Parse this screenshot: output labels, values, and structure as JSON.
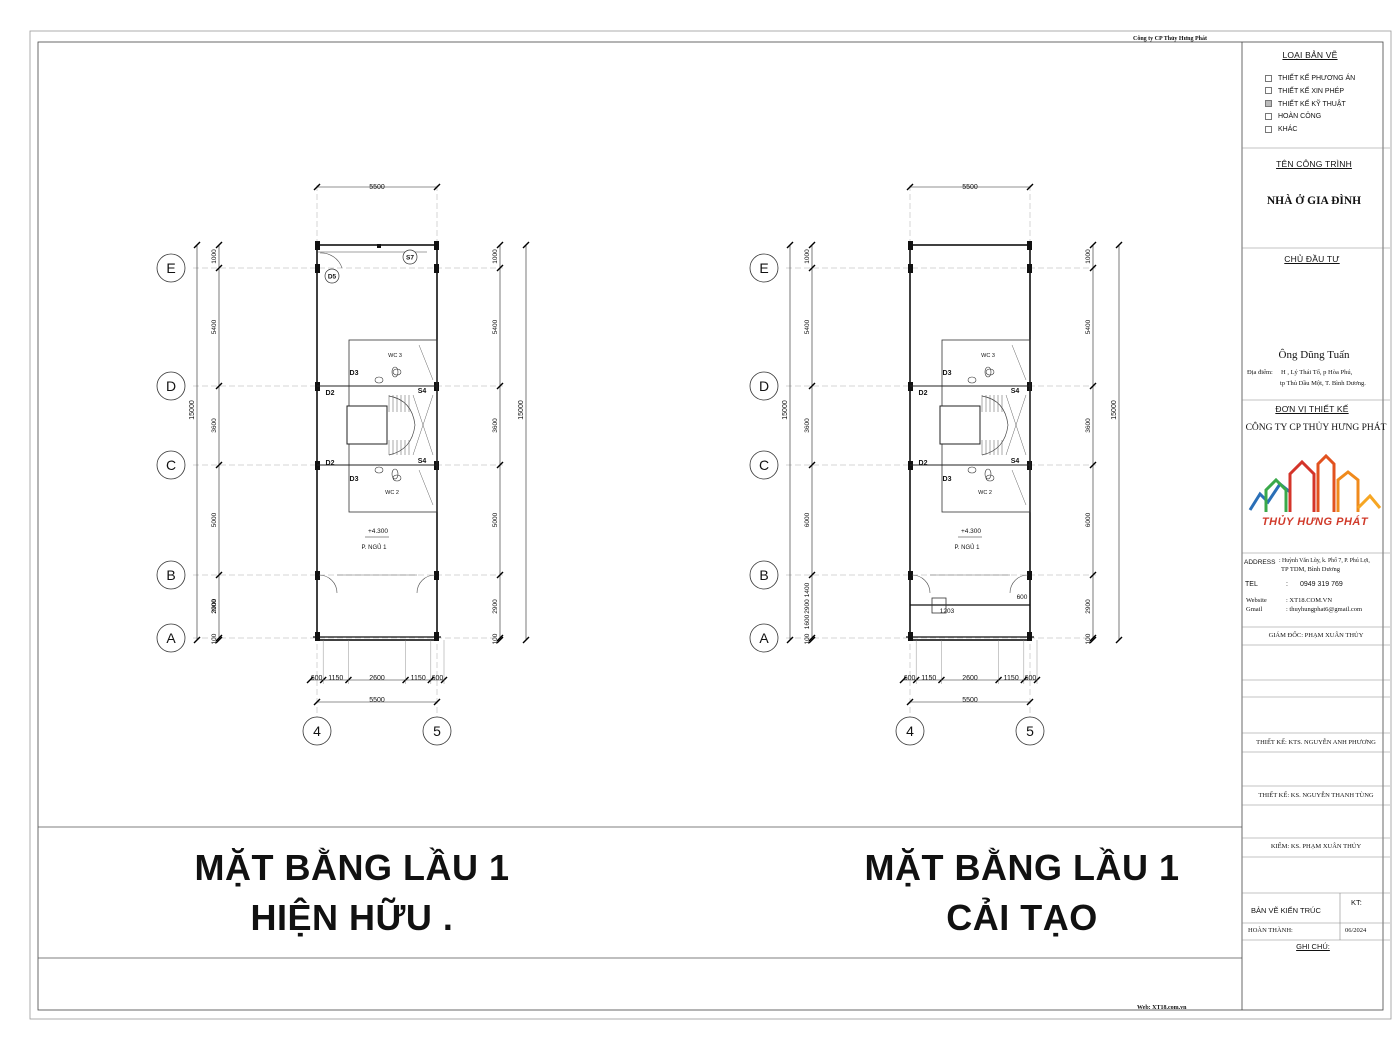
{
  "header": {
    "company": "Công ty CP Thủy Hưng Phát"
  },
  "footer": {
    "web": "Web: XT18.com.vn"
  },
  "title_block": {
    "drawing_type_label": "LOẠI BẢN VẼ",
    "drawing_types": [
      {
        "label": "THIẾT KẾ PHƯƠNG ÁN",
        "checked": false
      },
      {
        "label": "THIẾT KẾ XIN PHÉP",
        "checked": false
      },
      {
        "label": "THIẾT KẾ KỸ THUẬT",
        "checked": true
      },
      {
        "label": "HOÀN CÔNG",
        "checked": false
      },
      {
        "label": "KHÁC",
        "checked": false
      }
    ],
    "project_label": "TÊN CÔNG TRÌNH",
    "project_name": "NHÀ Ở GIA ĐÌNH",
    "owner_label": "CHỦ ĐẦU TƯ",
    "owner_name": "Ông Dũng Tuấn",
    "address_prefix": "Địa điểm:",
    "address_line1": "H , Lý Thái Tổ, p Hòa Phú,",
    "address_line2": "tp Thủ Dầu Một, T. Bình Dương.",
    "designer_label": "ĐƠN VỊ THIẾT KẾ",
    "designer_name": "CÔNG TY CP  THỦY HƯNG PHÁT",
    "logo_text": "THỦY HƯNG PHÁT",
    "address_label": "ADDRESS",
    "address_value_1": ": Huỳnh Văn Lũy, k. Phố 7, P. Phú Lợi,",
    "address_value_2": "TP TDM, Bình Dương",
    "tel_label": "TEL",
    "tel_value": "0949 319 769",
    "website_label": "Website",
    "website_value": ": XT18.COM.VN",
    "gmail_label": "Gmail",
    "gmail_value": ": thuyhungphat6@gmail.com",
    "director": "GIÁM ĐỐC: PHẠM XUÂN THỦY",
    "designer1": "THIẾT KẾ: KTS. NGUYỄN ANH PHƯƠNG",
    "designer2": "THIẾT KẾ: KS. NGUYỄN THANH TÙNG",
    "checker": "KIỂM: KS. PHẠM XUÂN THỦY",
    "sheet_kind": "BẢN VẼ KIẾN TRÚC",
    "sheet_code_label": "KT:",
    "completed_label": "HOÀN THÀNH:",
    "completed_value": "06/2024",
    "notes_label": "GHI CHÚ:"
  },
  "titles": {
    "left_line1": "MẶT BẰNG LẦU 1",
    "left_line2": "HIỆN HỮU .",
    "right_line1": "MẶT BẰNG LẦU 1",
    "right_line2": "CẢI TẠO"
  },
  "plan_common": {
    "row_axes": [
      "E",
      "D",
      "C",
      "B",
      "A"
    ],
    "col_axes": [
      "4",
      "5"
    ],
    "top_dim": "5500",
    "bottom_total": "5500",
    "bottom_segments": [
      "600",
      "1150",
      "2600",
      "1150",
      "600"
    ],
    "total_depth": "15000",
    "wc_upper": "WC 3",
    "wc_lower": "WC 2",
    "level": "+4.300",
    "room": "P. NGỦ 1",
    "door_d2": "D2",
    "door_d3": "D3",
    "door_s4": "S4"
  },
  "plan_left": {
    "outer_segments": [
      "1000",
      "5400",
      "3600",
      "5000",
      "2900",
      "100"
    ],
    "inner_segments": [
      "3000"
    ],
    "tags": {
      "d5": "D5",
      "s7": "S7"
    }
  },
  "plan_right": {
    "outer_segments": [
      "1000",
      "5400",
      "3600",
      "6000",
      "2900",
      "100"
    ],
    "inner_segments": [
      "1400",
      "1600"
    ],
    "notes": {
      "n1203": "1203",
      "n600": "600"
    }
  }
}
